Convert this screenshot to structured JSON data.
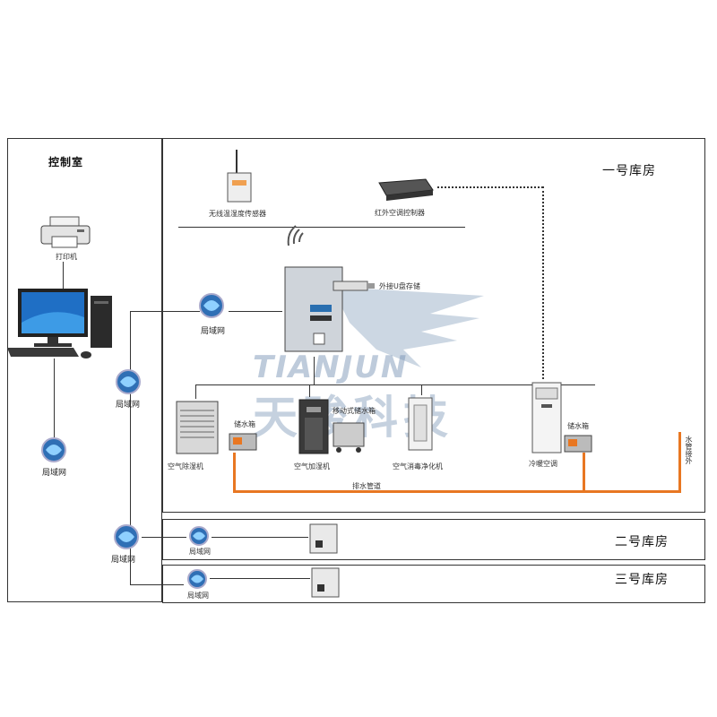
{
  "rooms": {
    "control": "控制室",
    "warehouse1": "一号库房",
    "warehouse2": "二号库房",
    "warehouse3": "三号库房"
  },
  "devices": {
    "printer": "打印机",
    "wireless_sensor": "无线温湿度传感器",
    "ir_controller": "红外空调控制器",
    "external_u": "外接U盘存储",
    "dehumidifier": "空气除湿机",
    "humidifier": "空气加湿机",
    "mobile_tank": "移动式储水箱",
    "purifier": "空气消毒净化机",
    "water_tank_1": "储水箱",
    "water_tank_2": "储水箱",
    "ac_unit": "冷暖空调",
    "drain_pipe": "排水管道",
    "drain_out": "水管接外"
  },
  "network_labels": {
    "main_top": "局域网",
    "control_mid": "局域网",
    "control_low": "局域网",
    "branch": "局域网",
    "room2": "局域网",
    "room3": "局域网"
  },
  "watermark": {
    "latin": "TIANJUN",
    "chinese": "天骏科技"
  },
  "colors": {
    "pipe": "#e87722",
    "frame": "#333333",
    "globe": "#2f6fb5"
  }
}
